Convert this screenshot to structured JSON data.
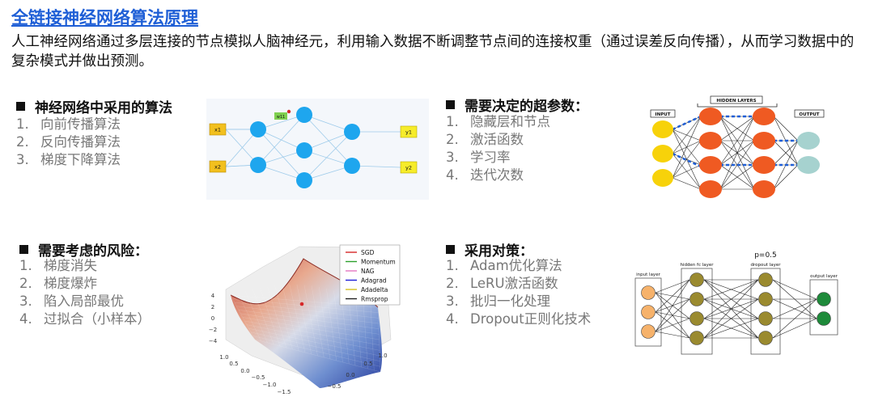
{
  "title": "全链接神经网络算法原理",
  "description": "人工神经网络通过多层连接的节点模拟人脑神经元，利用输入数据不断调整节点间的连接权重（通过误差反向传播），从而学习数据中的复杂模式并做出预测。",
  "sections": [
    {
      "heading": "神经网络中采用的算法",
      "items": [
        {
          "num": "1.",
          "text": "向前传播算法"
        },
        {
          "num": "2.",
          "text": "反向传播算法"
        },
        {
          "num": "3.",
          "text": "梯度下降算法"
        }
      ]
    },
    {
      "heading": "需要决定的超参数：",
      "items": [
        {
          "num": "1.",
          "text": "隐藏层和节点"
        },
        {
          "num": "2.",
          "text": "激活函数"
        },
        {
          "num": "3.",
          "text": "学习率"
        },
        {
          "num": "4.",
          "text": "迭代次数"
        }
      ]
    },
    {
      "heading": "需要考虑的风险：",
      "items": [
        {
          "num": "1.",
          "text": "梯度消失"
        },
        {
          "num": "2.",
          "text": "梯度爆炸"
        },
        {
          "num": "3.",
          "text": "陷入局部最优"
        },
        {
          "num": "4.",
          "text": "过拟合（小样本）"
        }
      ]
    },
    {
      "heading": "采用对策：",
      "items": [
        {
          "num": "1.",
          "text": "Adam优化算法"
        },
        {
          "num": "2.",
          "text": "LeRU激活函数"
        },
        {
          "num": "3.",
          "text": "批归一化处理"
        },
        {
          "num": "4.",
          "text": "Dropout正则化技术"
        }
      ]
    }
  ],
  "figure1": {
    "inputs": [
      "x1",
      "x2"
    ],
    "outputs": [
      "y1",
      "y2"
    ],
    "weight_label": "w11"
  },
  "figure2": {
    "input_label": "INPUT",
    "hidden_label": "HIDDEN LAYERS",
    "output_label": "OUTPUT"
  },
  "figure3": {
    "legend": [
      {
        "name": "SGD",
        "color": "#d62728"
      },
      {
        "name": "Momentum",
        "color": "#2ca02c"
      },
      {
        "name": "NAG",
        "color": "#e377c2"
      },
      {
        "name": "Adagrad",
        "color": "#1f1fd6"
      },
      {
        "name": "Adadelta",
        "color": "#d6c21f"
      },
      {
        "name": "Rmsprop",
        "color": "#222222"
      }
    ],
    "z_ticks": [
      "4",
      "2",
      "0",
      "−2",
      "−4"
    ],
    "x_ticks": [
      "1.0",
      "0.5",
      "0.0",
      "−0.5",
      "−1.0",
      "−1.5"
    ],
    "y_ticks": [
      "1.0",
      "0.5",
      "0.0",
      "−0.5"
    ]
  },
  "figure4": {
    "p_label": "p=0.5",
    "layers": [
      "input layer",
      "hidden fc layer",
      "dropout layer",
      "output layer"
    ]
  }
}
